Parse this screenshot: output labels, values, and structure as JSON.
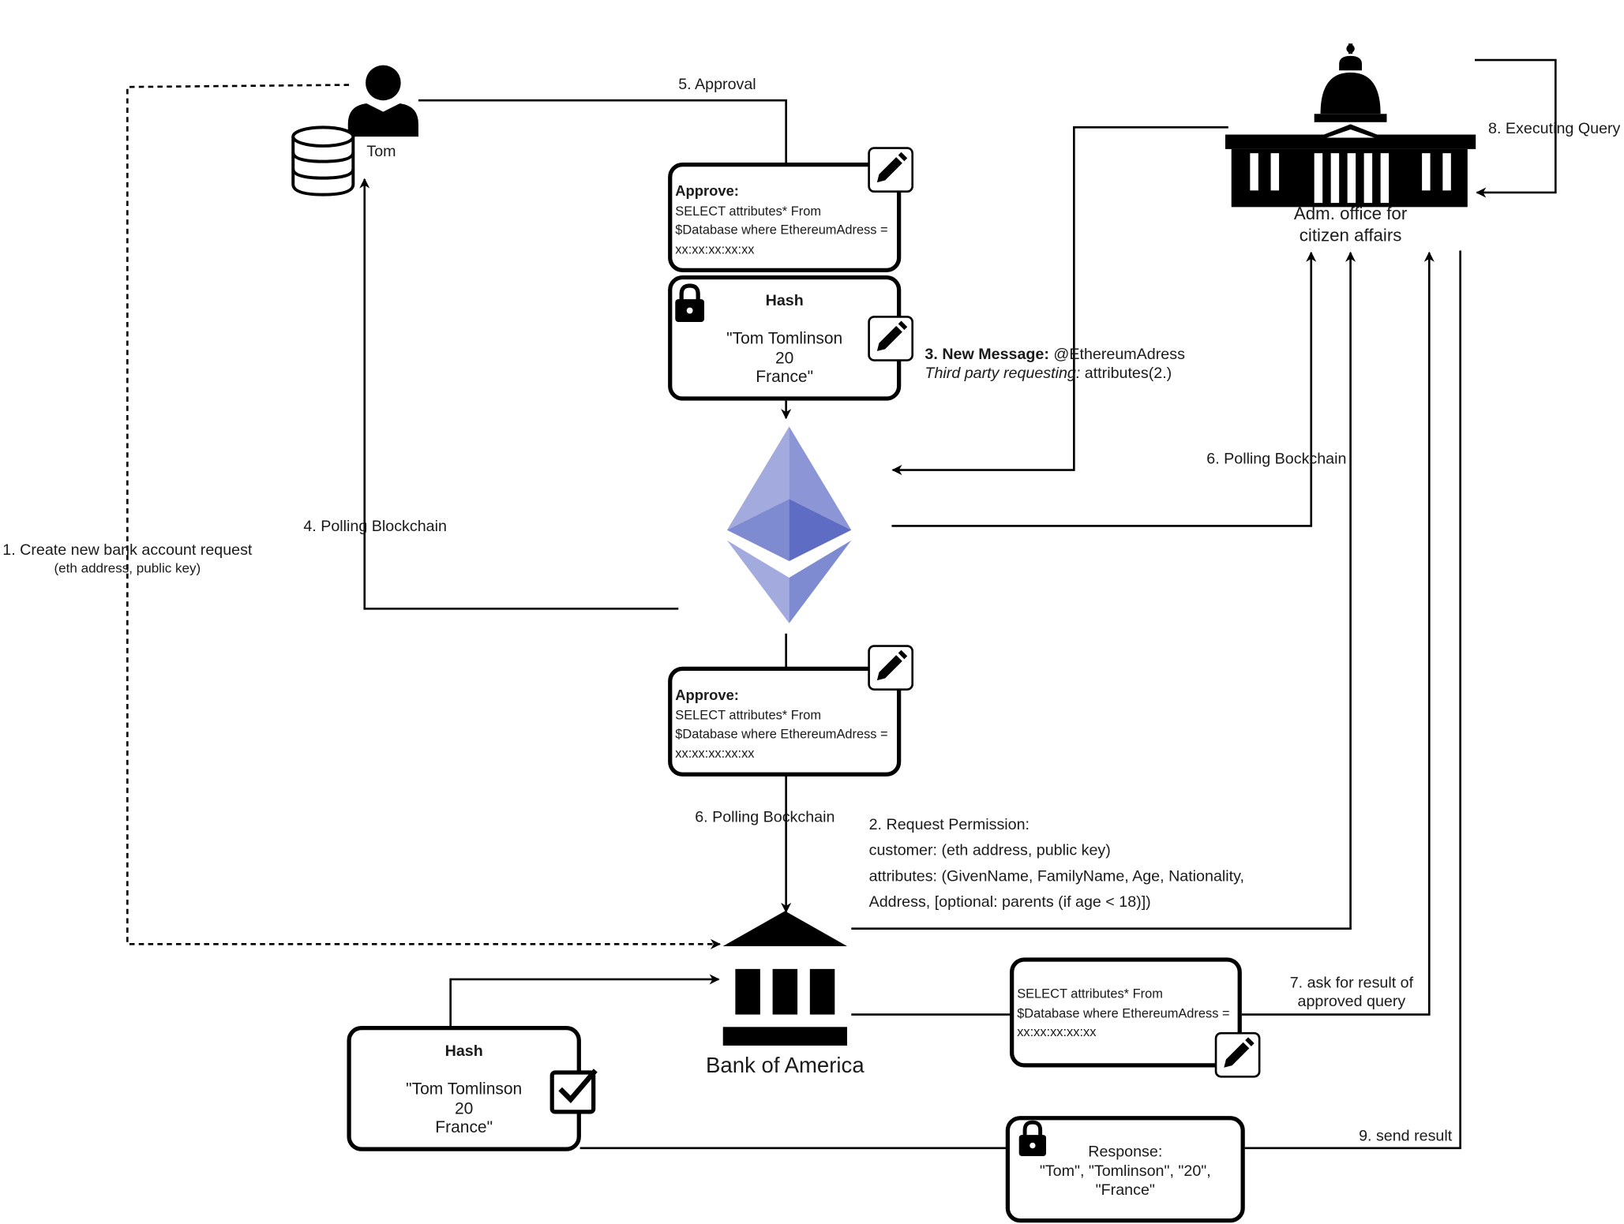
{
  "actors": {
    "tom": "Tom",
    "government": "Adm. office for\ncitizen affairs",
    "bank": "Bank of America"
  },
  "steps": {
    "s1_line1": "1. Create new bank account request",
    "s1_line2": "(eth address, public key)",
    "s2_line1": "2. Request Permission:",
    "s2_line2": "customer: (eth address, public key)",
    "s2_line3": "attributes: (GivenName, FamilyName, Age, Nationality,",
    "s2_line4": "Address, [optional: parents (if age < 18)])",
    "s3_bold": "3. New Message:",
    "s3_rest": " @EthereumAdress",
    "s3_italic": "Third party requesting:",
    "s3_attrs": " attributes(2.)",
    "s4": "4. Polling Blockchain",
    "s5": "5. Approval",
    "s6_a": "6. Polling Bockchain",
    "s6_b": "6. Polling Bockchain",
    "s7": "7. ask for result of\napproved query",
    "s8": "8. Executing Query",
    "s9": "9. send result"
  },
  "approve_box": {
    "title": "Approve:",
    "line1": "SELECT attributes* From",
    "line2": "$Database where EthereumAdress =",
    "line3": "xx:xx:xx:xx:xx"
  },
  "hash_box": {
    "title": "Hash",
    "value": "\"Tom Tomlinson\n20\nFrance\""
  },
  "query_box": {
    "line1": "SELECT attributes* From",
    "line2": "$Database where EthereumAdress =",
    "line3": "xx:xx:xx:xx:xx"
  },
  "response_box": {
    "text": "Response:\n\"Tom\", \"Tomlinson\", \"20\",\n\"France\""
  },
  "colors": {
    "ethereum_light": "#a3abde",
    "ethereum_mid": "#7f8bd0",
    "ethereum_dark": "#5f6cc4",
    "ink": "#000000"
  },
  "icons": [
    "person-icon",
    "database-icon",
    "capitol-building-icon",
    "bank-icon",
    "ethereum-logo-icon",
    "pencil-icon",
    "lock-icon",
    "checkbox-check-icon"
  ]
}
